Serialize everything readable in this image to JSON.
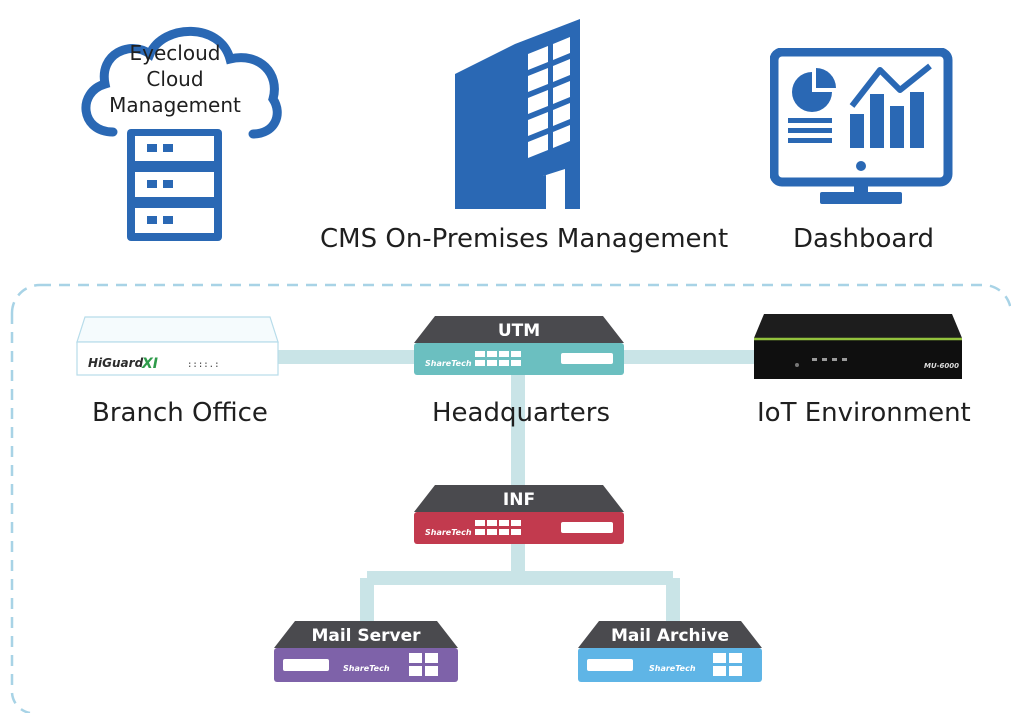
{
  "top": {
    "cloud": {
      "lines": [
        "Eyecloud",
        "Cloud",
        "Management"
      ]
    },
    "cms_label": "CMS On-Premises Management",
    "dashboard_label": "Dashboard"
  },
  "network": {
    "branch_label": "Branch Office",
    "hq_label": "Headquarters",
    "iot_label": "IoT Environment",
    "branch_device": {
      "model": "HiGuard",
      "suffix": "XI",
      "ports": "::::.:"
    },
    "iot_device": {
      "model": "MU-6000"
    },
    "devices": {
      "utm": {
        "title": "UTM",
        "brand": "ShareTech"
      },
      "inf": {
        "title": "INF",
        "brand": "ShareTech"
      },
      "mail_server": {
        "title": "Mail Server",
        "brand": "ShareTech"
      },
      "mail_archive": {
        "title": "Mail Archive",
        "brand": "ShareTech"
      }
    }
  },
  "colors": {
    "icon_blue": "#2a68b4",
    "connector": "#c9e4e7",
    "dashed_border": "#a8d3e6",
    "utm": "#6bbfc0",
    "inf": "#c23a4e",
    "mail_server": "#7e62a9",
    "mail_archive": "#5fb5e6",
    "device_top": "#4a4a4e"
  }
}
